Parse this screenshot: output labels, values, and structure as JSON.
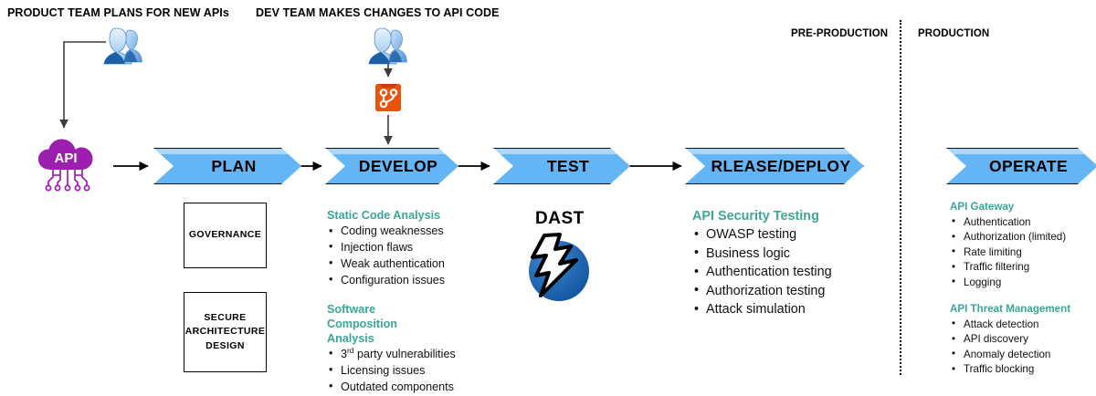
{
  "captions": {
    "product_team": "PRODUCT TEAM PLANS FOR NEW APIs",
    "dev_team": "DEV TEAM MAKES CHANGES TO API CODE",
    "pre_production": "PRE-PRODUCTION",
    "production": "PRODUCTION"
  },
  "icons": {
    "api_cloud_label": "API",
    "people_icon": "people-icon",
    "git_icon": "git-branch-icon",
    "dast_icon": "lightning-bolt-icon",
    "dast_label": "DAST"
  },
  "pipeline": {
    "stages": [
      {
        "label": "PLAN"
      },
      {
        "label": "DEVELOP"
      },
      {
        "label": "TEST"
      },
      {
        "label": "RLEASE/DEPLOY"
      },
      {
        "label": "OPERATE"
      }
    ]
  },
  "boxes": [
    {
      "label": "GOVERNANCE"
    },
    {
      "label": "SECURE ARCHITECTURE DESIGN"
    }
  ],
  "develop_block": {
    "groups": [
      {
        "title": "Static Code Analysis",
        "items": [
          "Coding weaknesses",
          "Injection flaws",
          "Weak authentication",
          "Configuration issues"
        ]
      },
      {
        "title": "Software Composition Analysis",
        "items": [
          "3rd party vulnerabilities",
          "Licensing issues",
          "Outdated components"
        ]
      }
    ]
  },
  "test_block": {
    "groups": [
      {
        "title": "API Security Testing",
        "items": [
          "OWASP testing",
          "Business logic",
          "Authentication testing",
          "Authorization testing",
          "Attack simulation"
        ]
      }
    ]
  },
  "production_block": {
    "groups": [
      {
        "title": "API Gateway",
        "items": [
          "Authentication",
          "Authorization (limited)",
          "Rate limiting",
          "Traffic filtering",
          "Logging"
        ]
      },
      {
        "title": "API Threat Management",
        "items": [
          "Attack detection",
          "API discovery",
          "Anomaly detection",
          "Traffic blocking"
        ]
      }
    ]
  },
  "colors": {
    "chevron": "#64b5f6",
    "heading_teal": "#3aa697",
    "api_cloud_purple": "#9c1fb0",
    "git_orange": "#e8540c",
    "dast_blue": "#1565b8"
  }
}
